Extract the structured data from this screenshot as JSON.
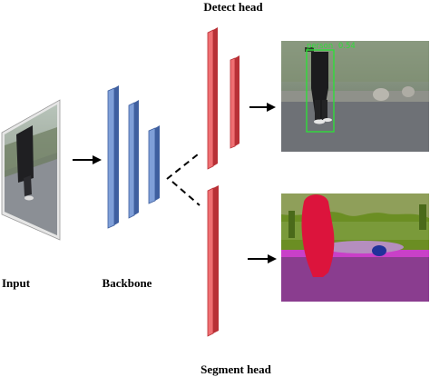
{
  "labels": {
    "detect_head": "Detect head",
    "segment_head": "Segment head",
    "input": "Input",
    "backbone": "Backbone"
  },
  "detection": {
    "class_label": "person",
    "score": "0.54"
  },
  "colors": {
    "backbone_fill": "#7f9fd8",
    "backbone_stroke": "#3f5f9f",
    "head_fill": "#ef6f72",
    "head_stroke": "#b83036",
    "bbox": "#2fdd3a",
    "seg_person": "#dc143c",
    "seg_road": "#8a3d8f",
    "seg_vegetation": "#6b8e23",
    "seg_sidewalk": "#c940c8"
  }
}
